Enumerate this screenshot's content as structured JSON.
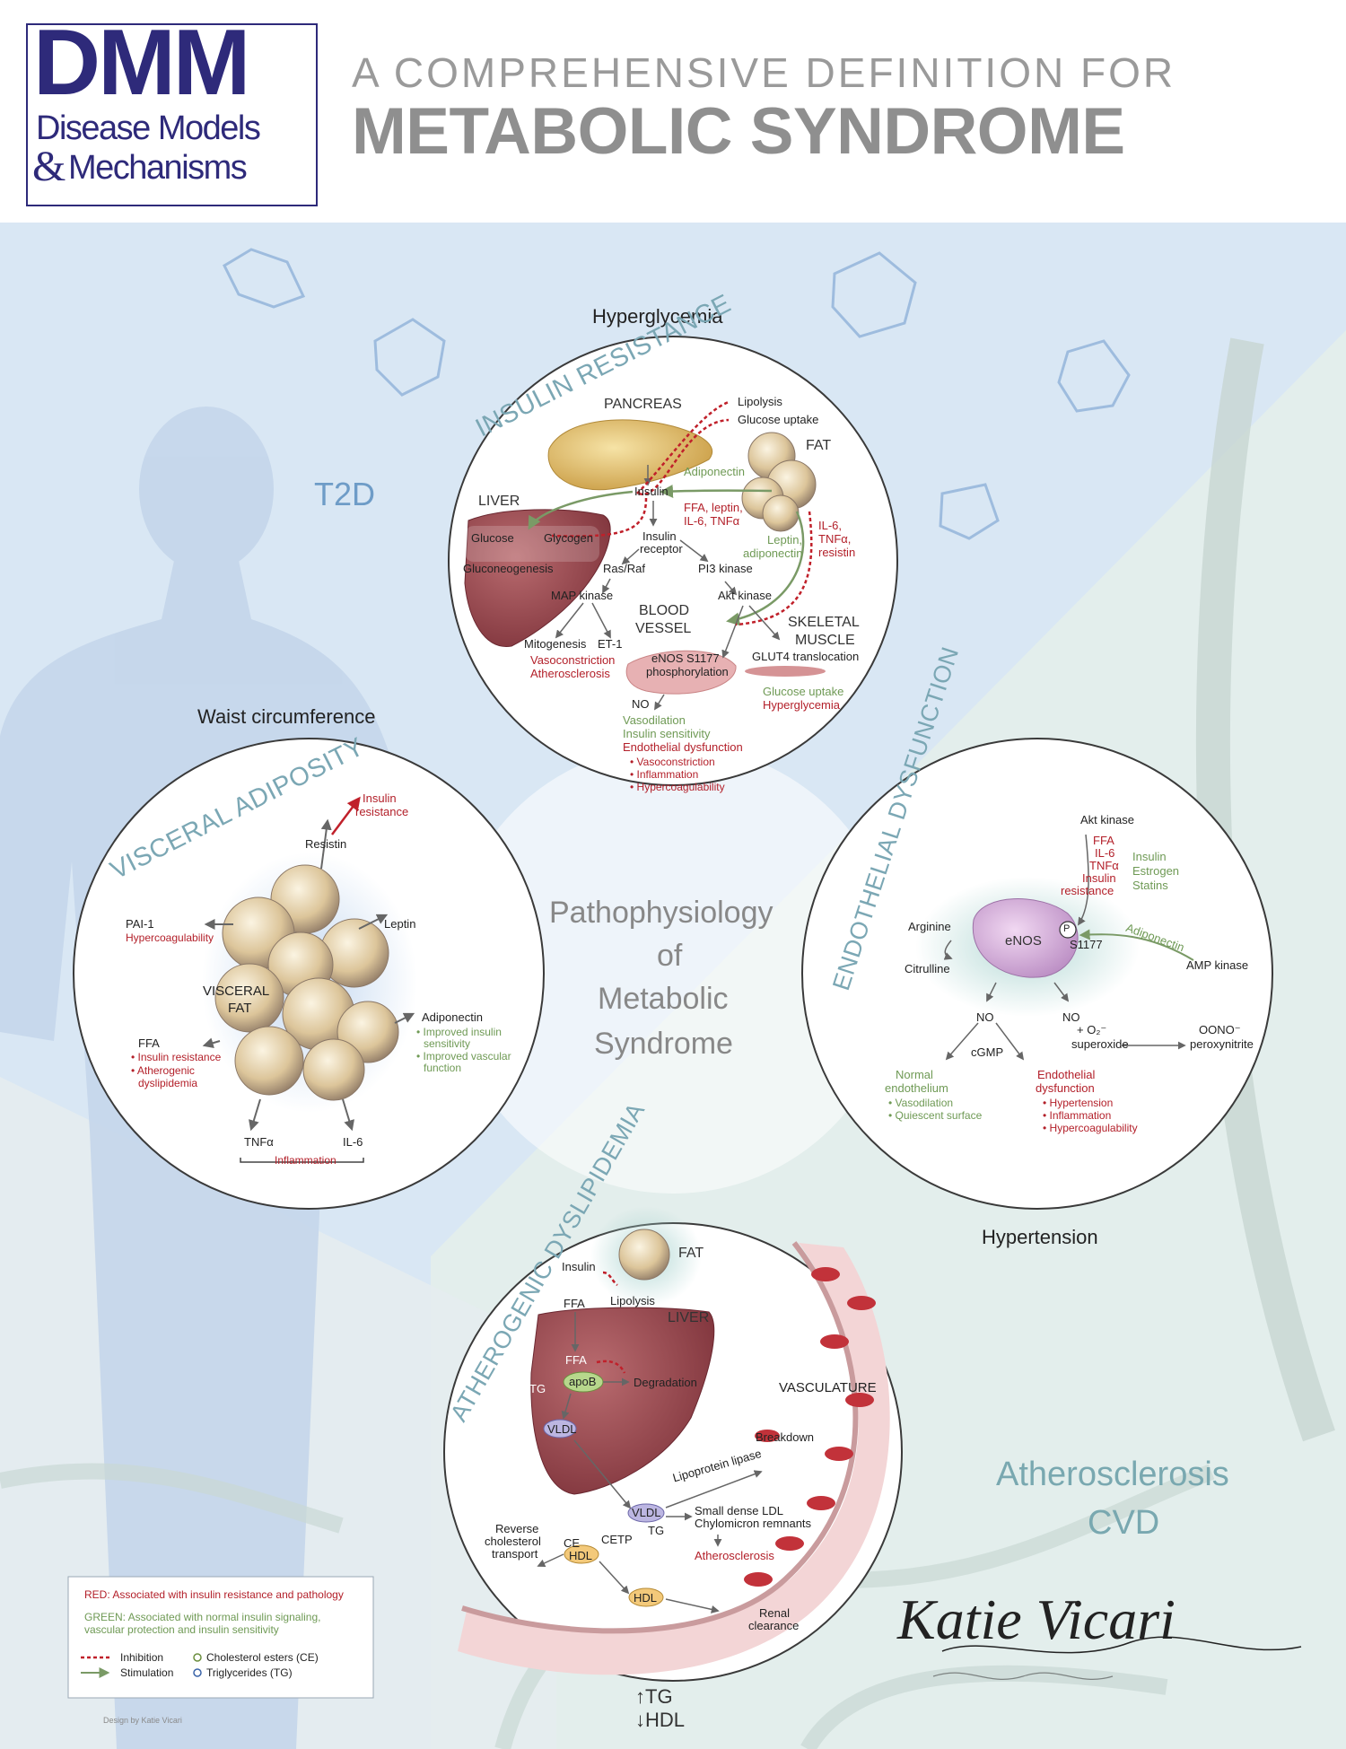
{
  "header": {
    "logo_big": "DMM",
    "logo_line1": "Disease Models",
    "logo_amp": "&",
    "logo_line2": "Mechanisms",
    "title_line1": "A COMPREHENSIVE DEFINITION FOR",
    "title_line2": "METABOLIC SYNDROME"
  },
  "colors": {
    "red": "#b3202a",
    "green": "#6f9a55",
    "title_gray": "#8f8f8f",
    "logo_navy": "#2e2a7a",
    "circle_title": "#7ba7b4"
  },
  "center": {
    "line1": "Pathophysiology",
    "line2": "of",
    "line3": "Metabolic",
    "line4": "Syndrome"
  },
  "outer_labels": {
    "t2d": "T2D",
    "hyperglycemia": "Hyperglycemia",
    "waist": "Waist circumference",
    "hypertension": "Hypertension",
    "athero1": "Atherosclerosis",
    "athero2": "CVD",
    "tg": "↑TG",
    "hdl": "↓HDL"
  },
  "insulin_resistance": {
    "title": "INSULIN RESISTANCE",
    "pancreas": "PANCREAS",
    "fat": "FAT",
    "liver": "LIVER",
    "lipolysis": "Lipolysis",
    "glucose_uptake": "Glucose uptake",
    "adiponectin": "Adiponectin",
    "insulin": "Insulin",
    "ffa_list1": "FFA, leptin,",
    "ffa_list2": "IL-6, TNFα",
    "il6_1": "IL-6,",
    "il6_2": "TNFα,",
    "il6_3": "resistin",
    "glucose": "Glucose",
    "glycogen": "Glycogen",
    "gluconeogenesis": "Gluconeogenesis",
    "insulin_receptor1": "Insulin",
    "insulin_receptor2": "receptor",
    "leptin_adip1": "Leptin,",
    "leptin_adip2": "adiponectin",
    "rasraf": "Ras/Raf",
    "pi3k": "PI3 kinase",
    "mapk": "MAP kinase",
    "akt": "Akt kinase",
    "blood_vessel1": "BLOOD",
    "blood_vessel2": "VESSEL",
    "skeletal1": "SKELETAL",
    "skeletal2": "MUSCLE",
    "mitogenesis": "Mitogenesis",
    "et1": "ET-1",
    "enos1": "eNOS S1177",
    "enos2": "phosphorylation",
    "glut4": "GLUT4 translocation",
    "vasoconstriction": "Vasoconstriction",
    "atherosclerosis": "Atherosclerosis",
    "glucose_uptake2": "Glucose uptake",
    "hyperglycemia": "Hyperglycemia",
    "no": "NO",
    "vasodilation": "Vasodilation",
    "insulin_sensitivity": "Insulin sensitivity",
    "endothelial_dysfunction": "Endothelial dysfunction",
    "b1": "Vasoconstriction",
    "b2": "Inflammation",
    "b3": "Hypercoagulability"
  },
  "visceral_adiposity": {
    "title": "VISCERAL ADIPOSITY",
    "insulin_res1": "Insulin",
    "insulin_res2": "resistance",
    "resistin": "Resistin",
    "pai1": "PAI-1",
    "hypercoag": "Hypercoagulability",
    "leptin": "Leptin",
    "visceral1": "VISCERAL",
    "visceral2": "FAT",
    "adiponectin": "Adiponectin",
    "adip_b1a": "Improved insulin",
    "adip_b1b": "sensitivity",
    "adip_b2a": "Improved vascular",
    "adip_b2b": "function",
    "ffa": "FFA",
    "ffa_b1": "Insulin resistance",
    "ffa_b2a": "Atherogenic",
    "ffa_b2b": "dyslipidemia",
    "tnfa": "TNFα",
    "il6": "IL-6",
    "inflammation": "Inflammation"
  },
  "endothelial_dysfunction": {
    "title": "ENDOTHELIAL DYSFUNCTION",
    "akt": "Akt kinase",
    "ffa": "FFA",
    "il6": "IL-6",
    "tnfa": "TNFα",
    "insulin": "Insulin",
    "resistance": "resistance",
    "g_insulin": "Insulin",
    "g_estrogen": "Estrogen",
    "g_statins": "Statins",
    "arginine": "Arginine",
    "citrulline": "Citrulline",
    "enos": "eNOS",
    "p": "P",
    "s1177": "S1177",
    "adiponectin": "Adiponectin",
    "ampk": "AMP kinase",
    "no1": "NO",
    "no2": "NO",
    "o2": "+ O₂⁻",
    "superoxide": "superoxide",
    "oono": "OONO⁻",
    "peroxynitrite": "peroxynitrite",
    "cgmp": "cGMP",
    "normal1": "Normal",
    "normal2": "endothelium",
    "nb1": "Vasodilation",
    "nb2": "Quiescent surface",
    "endo1": "Endothelial",
    "endo2": "dysfunction",
    "eb1": "Hypertension",
    "eb2": "Inflammation",
    "eb3": "Hypercoagulability"
  },
  "dyslipidemia": {
    "title": "ATHEROGENIC DYSLIPIDEMIA",
    "fat": "FAT",
    "insulin": "Insulin",
    "ffa": "FFA",
    "lipolysis": "Lipolysis",
    "liver": "LIVER",
    "ffa2": "FFA",
    "tg": "TG",
    "apob": "apoB",
    "degradation": "Degradation",
    "vldl": "VLDL",
    "vasculature": "VASCULATURE",
    "breakdown": "Breakdown",
    "lpl": "Lipoprotein lipase",
    "vldl2": "VLDL",
    "tg2": "TG",
    "sdldl": "Small dense LDL",
    "chylo": "Chylomicron remnants",
    "reverse1": "Reverse",
    "reverse2": "cholesterol",
    "reverse3": "transport",
    "ce": "CE",
    "cetp": "CETP",
    "hdl": "HDL",
    "athero": "Atherosclerosis",
    "hdl2": "HDL",
    "renal1": "Renal",
    "renal2": "clearance"
  },
  "legend": {
    "red": "RED: Associated with insulin resistance and pathology",
    "green1": "GREEN: Associated with normal insulin signaling,",
    "green2": "vascular protection and insulin sensitivity",
    "inhibition": "Inhibition",
    "stimulation": "Stimulation",
    "ce": "Cholesterol esters (CE)",
    "tg": "Triglycerides (TG)"
  },
  "credits": {
    "signature": "Katie Vicari",
    "design": "Design by Katie Vicari"
  }
}
